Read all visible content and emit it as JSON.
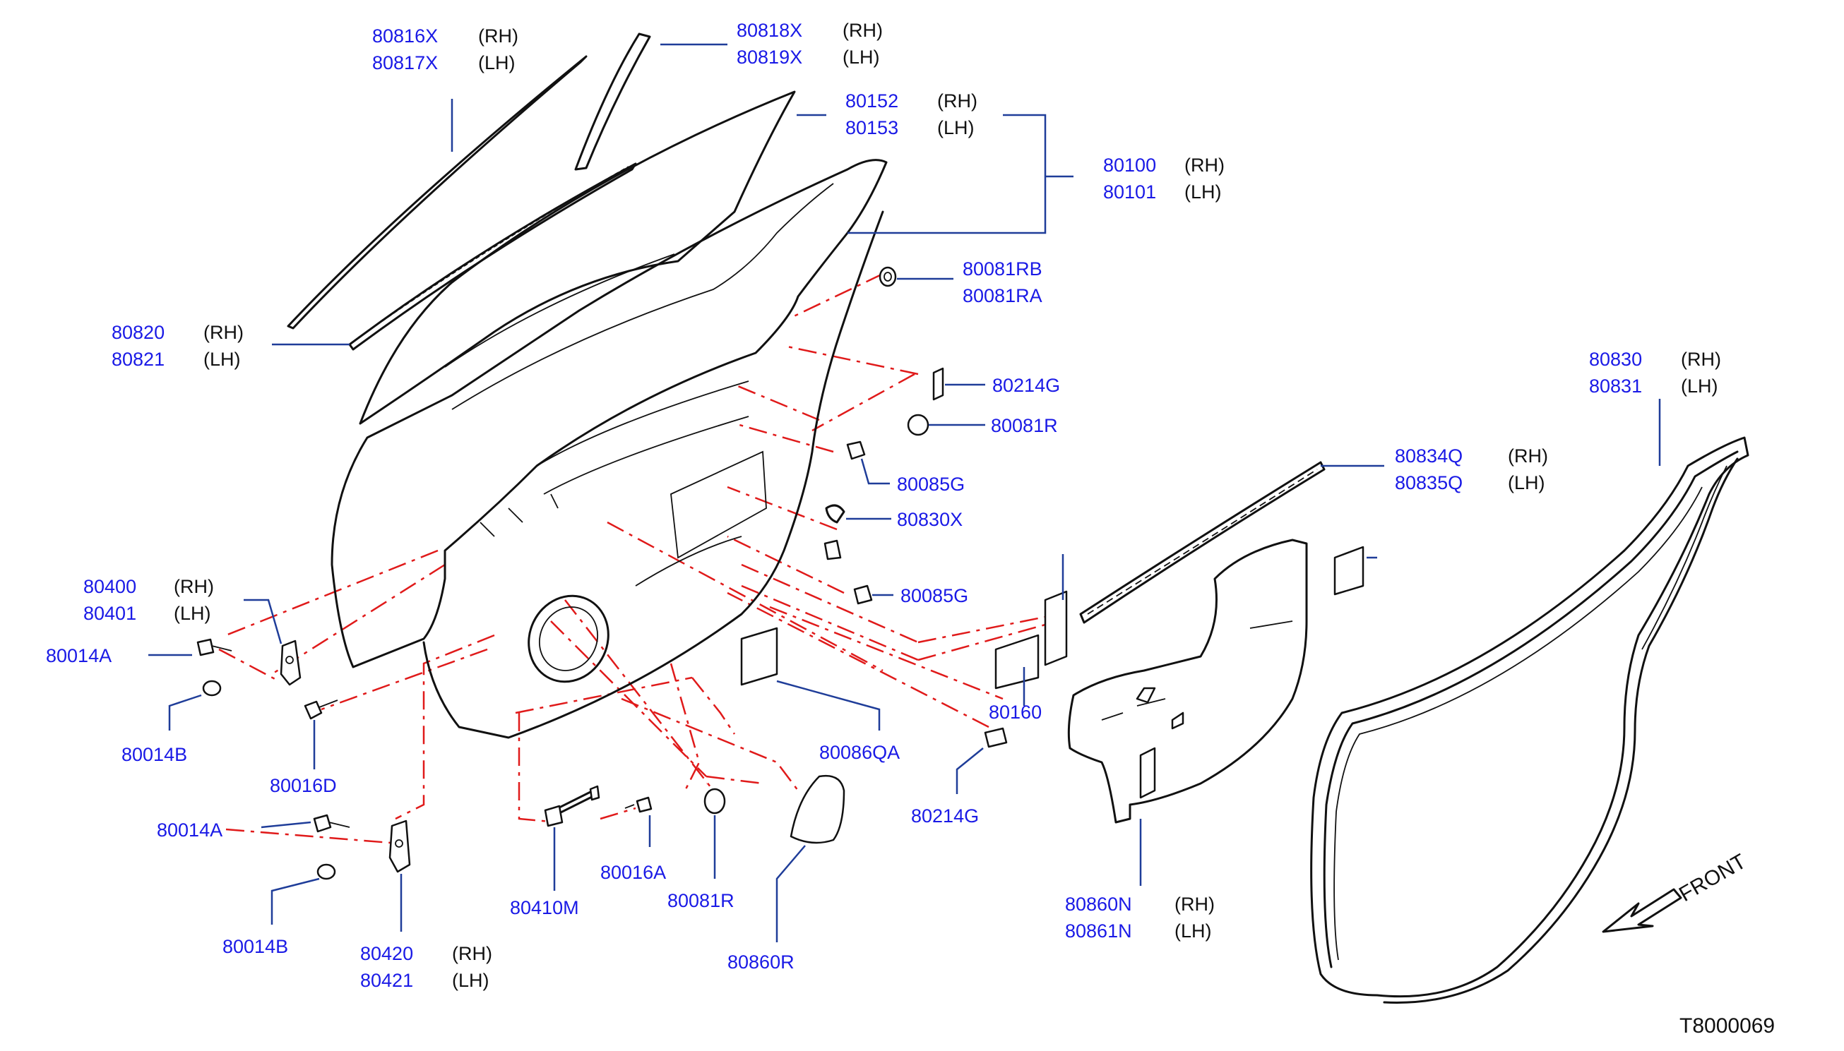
{
  "diagram_id": "T8000069",
  "front_label": "FRONT",
  "callouts": [
    {
      "key": "c80816",
      "lines": [
        {
          "pn": "80816X",
          "side": "(RH)"
        },
        {
          "pn": "80817X",
          "side": "(LH)"
        }
      ]
    },
    {
      "key": "c80818",
      "lines": [
        {
          "pn": "80818X",
          "side": "(RH)"
        },
        {
          "pn": "80819X",
          "side": "(LH)"
        }
      ]
    },
    {
      "key": "c80152",
      "lines": [
        {
          "pn": "80152",
          "side": "(RH)"
        },
        {
          "pn": "80153",
          "side": "(LH)"
        }
      ]
    },
    {
      "key": "c80100",
      "lines": [
        {
          "pn": "80100",
          "side": "(RH)"
        },
        {
          "pn": "80101",
          "side": "(LH)"
        }
      ]
    },
    {
      "key": "c80081RB",
      "lines": [
        {
          "pn": "80081RB",
          "side": ""
        },
        {
          "pn": "80081RA",
          "side": ""
        }
      ]
    },
    {
      "key": "c80820",
      "lines": [
        {
          "pn": "80820",
          "side": "(RH)"
        },
        {
          "pn": "80821",
          "side": "(LH)"
        }
      ]
    },
    {
      "key": "c80214G_top",
      "lines": [
        {
          "pn": "80214G",
          "side": ""
        }
      ]
    },
    {
      "key": "c80081R_top",
      "lines": [
        {
          "pn": "80081R",
          "side": ""
        }
      ]
    },
    {
      "key": "c80830",
      "lines": [
        {
          "pn": "80830",
          "side": "(RH)"
        },
        {
          "pn": "80831",
          "side": "(LH)"
        }
      ]
    },
    {
      "key": "c80834Q",
      "lines": [
        {
          "pn": "80834Q",
          "side": "(RH)"
        },
        {
          "pn": "80835Q",
          "side": "(LH)"
        }
      ]
    },
    {
      "key": "c80085G_top",
      "lines": [
        {
          "pn": "80085G",
          "side": ""
        }
      ]
    },
    {
      "key": "c80830X",
      "lines": [
        {
          "pn": "80830X",
          "side": ""
        }
      ]
    },
    {
      "key": "c80085G_mid",
      "lines": [
        {
          "pn": "80085G",
          "side": ""
        }
      ]
    },
    {
      "key": "c80400",
      "lines": [
        {
          "pn": "80400",
          "side": "(RH)"
        },
        {
          "pn": "80401",
          "side": "(LH)"
        }
      ]
    },
    {
      "key": "c80014A_top",
      "lines": [
        {
          "pn": "80014A",
          "side": ""
        }
      ]
    },
    {
      "key": "c80014B_top",
      "lines": [
        {
          "pn": "80014B",
          "side": ""
        }
      ]
    },
    {
      "key": "c80016D",
      "lines": [
        {
          "pn": "80016D",
          "side": ""
        }
      ]
    },
    {
      "key": "c80086QA",
      "lines": [
        {
          "pn": "80086QA",
          "side": ""
        }
      ]
    },
    {
      "key": "c80160",
      "lines": [
        {
          "pn": "80160",
          "side": ""
        }
      ]
    },
    {
      "key": "c80214G_bot",
      "lines": [
        {
          "pn": "80214G",
          "side": ""
        }
      ]
    },
    {
      "key": "c80014A_bot",
      "lines": [
        {
          "pn": "80014A",
          "side": ""
        }
      ]
    },
    {
      "key": "c80016A",
      "lines": [
        {
          "pn": "80016A",
          "side": ""
        }
      ]
    },
    {
      "key": "c80410M",
      "lines": [
        {
          "pn": "80410M",
          "side": ""
        }
      ]
    },
    {
      "key": "c80081R_bot",
      "lines": [
        {
          "pn": "80081R",
          "side": ""
        }
      ]
    },
    {
      "key": "c80014B_bot",
      "lines": [
        {
          "pn": "80014B",
          "side": ""
        }
      ]
    },
    {
      "key": "c80420",
      "lines": [
        {
          "pn": "80420",
          "side": "(RH)"
        },
        {
          "pn": "80421",
          "side": "(LH)"
        }
      ]
    },
    {
      "key": "c80860R",
      "lines": [
        {
          "pn": "80860R",
          "side": ""
        }
      ]
    },
    {
      "key": "c80860N",
      "lines": [
        {
          "pn": "80860N",
          "side": "(RH)"
        },
        {
          "pn": "80861N",
          "side": "(LH)"
        }
      ]
    }
  ]
}
